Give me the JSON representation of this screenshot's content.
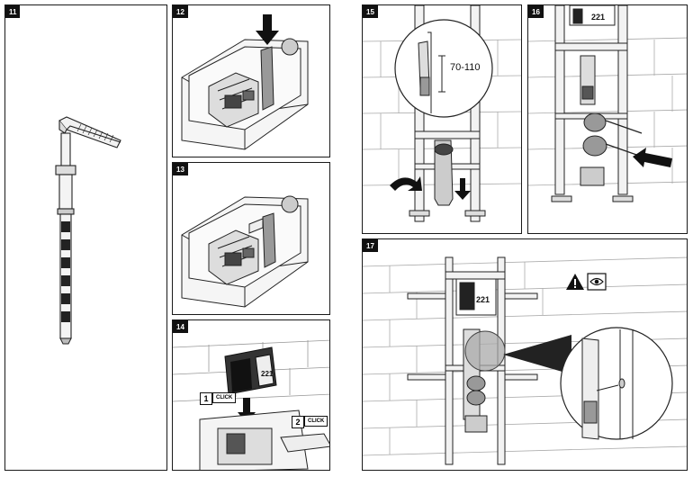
{
  "steps": [
    "11",
    "12",
    "13",
    "14",
    "15",
    "16",
    "17"
  ],
  "panel14": {
    "callout1_num": "1",
    "callout1_text": "CLICK",
    "callout2_num": "2",
    "callout2_text": "CLICK",
    "module_label": "221"
  },
  "panel15": {
    "measure_label": "70-110"
  },
  "panel16": {
    "module_label": "221"
  },
  "panel17": {
    "module_label": "221"
  }
}
